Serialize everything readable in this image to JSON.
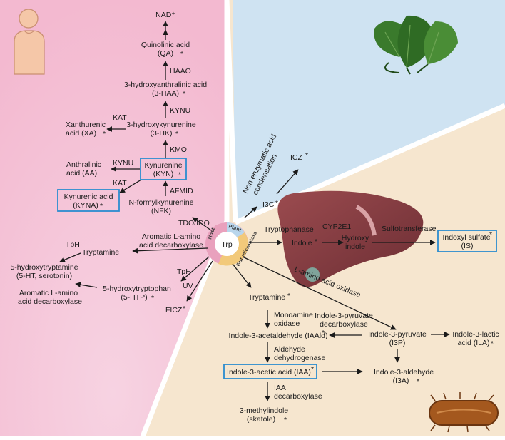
{
  "host": {
    "sector_label": "Host",
    "kynurenine_pathway": {
      "nad": "NAD⁺",
      "qa_line1": "Quinolinic acid",
      "qa_line2": "(QA)",
      "haao": "HAAO",
      "haa_line1": "3-hydroxyanthralinic acid",
      "haa_line2": "(3-HAA)",
      "kynu1": "KYNU",
      "xa_line1": "Xanthurenic",
      "xa_line2": "acid (XA)",
      "kat1": "KAT",
      "hk_line1": "3-hydroxykynurenine",
      "hk_line2": "(3-HK)",
      "kmo": "KMO",
      "aa_line1": "Anthralinic",
      "aa_line2": "acid (AA)",
      "kynu2": "KYNU",
      "kyn_line1": "Kynurenine",
      "kyn_line2": "(KYN)",
      "kat2": "KAT",
      "kyna_line1": "Kynurenic acid",
      "kyna_line2": "(KYNA)",
      "afmid": "AFMID",
      "nfk_line1": "N-formylkynurenine",
      "nfk_line2": "(NFK)",
      "tdo_ido": "TDO/IDO"
    },
    "serotonin_pathway": {
      "aadc_line1": "Aromatic L-amino",
      "aadc_line2": "acid decarboxylase",
      "tph1": "TpH",
      "tryptamine": "Tryptamine",
      "ht_line1": "5-hydroxytryptamine",
      "ht_line2": "(5-HT, serotonin)",
      "tph2": "TpH",
      "htp_line1": "5-hydroxytryptophan",
      "htp_line2": "(5-HTP)",
      "uv": "UV",
      "aadc2_line1": "Aromatic L-amino",
      "aadc2_line2": "acid decarboxylase",
      "ficz": "FICZ"
    }
  },
  "plant": {
    "sector_label": "Plant",
    "non_enzymatic_line1": "Non enzymatic acid",
    "non_enzymatic_line2": "condensation",
    "icz": "ICZ",
    "i3c": "I3C"
  },
  "hub": {
    "label": "Trp"
  },
  "microbiota": {
    "sector_label": "Gut microbiota",
    "tryptophanase": "Tryptophanase",
    "indole": "Indole",
    "cyp2e1": "CYP2E1",
    "hydroxy_line1": "Hydroxy",
    "hydroxy_line2": "indole",
    "sulfotransferase": "Sulfotransferase",
    "is_line1": "Indoxyl sulfate",
    "is_line2": "(IS)",
    "laao": "L-amino acid oxidase",
    "tryptamine": "Tryptamine",
    "mao_line1": "Monoamine",
    "mao_line2": "oxidase",
    "i3pd_line1": "Indole-3-pyruvate",
    "i3pd_line2": "decarboxylase",
    "iaald": "Indole-3-acetaldehyde (IAAld)",
    "i3p_line1": "Indole-3-pyruvate",
    "i3p_line2": "(I3P)",
    "ila_line1": "Indole-3-lactic",
    "ila_line2": "acid (ILA)",
    "ald_line1": "Aldehyde",
    "ald_line2": "dehydrogenase",
    "iaa": "Indole-3-acetic acid (IAA)",
    "i3a_line1": "Indole-3-aldehyde",
    "i3a_line2": "(I3A)",
    "iaad_line1": "IAA",
    "iaad_line2": "decarboxylase",
    "skatole_line1": "3-methylindole",
    "skatole_line2": "(skatole)"
  },
  "marker": "*",
  "colors": {
    "host_bg": "#f6c9dc",
    "plant_bg": "#cfe3f2",
    "microbiota_bg": "#f6e6cf",
    "box_outline": "#2b8ccf",
    "arrow": "#1a1a1a"
  },
  "icons": [
    "human-silhouette-icon",
    "spinach-icon",
    "liver-icon",
    "bacterium-icon"
  ]
}
